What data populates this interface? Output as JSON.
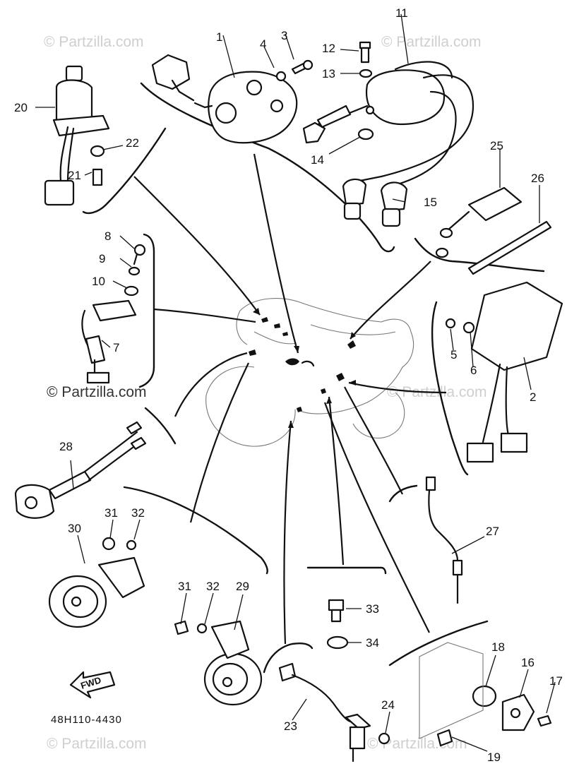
{
  "watermarks": {
    "top_left": "© Partzilla.com",
    "top_right": "© Partzilla.com",
    "middle": "© Partzilla.com",
    "middle_right": "© Partzilla.com",
    "bottom_left": "© Partzilla.com",
    "bottom_mid": "© Partzilla.com"
  },
  "drawing_code": "48H110-4430",
  "fwd_label": "FWD",
  "callouts": {
    "c1": "1",
    "c2": "2",
    "c3": "3",
    "c4": "4",
    "c5": "5",
    "c6": "6",
    "c7": "7",
    "c8": "8",
    "c9": "9",
    "c10": "10",
    "c11": "11",
    "c12": "12",
    "c13": "13",
    "c14": "14",
    "c15": "15",
    "c16": "16",
    "c17": "17",
    "c18": "18",
    "c19": "19",
    "c20": "20",
    "c21": "21",
    "c22": "22",
    "c23": "23",
    "c24": "24",
    "c25": "25",
    "c26": "26",
    "c27": "27",
    "c28": "28",
    "c29": "29",
    "c30": "30",
    "c31a": "31",
    "c32a": "32",
    "c31b": "31",
    "c32b": "32",
    "c33": "33",
    "c34": "34"
  }
}
